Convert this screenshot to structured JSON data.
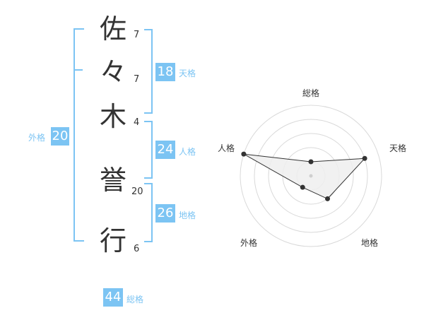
{
  "characters": [
    {
      "char": "佐",
      "strokes": "7"
    },
    {
      "char": "々",
      "strokes": "7"
    },
    {
      "char": "木",
      "strokes": "4"
    },
    {
      "char": "誉",
      "strokes": "20"
    },
    {
      "char": "行",
      "strokes": "6"
    }
  ],
  "fortunes": {
    "tenkaku": {
      "value": "18",
      "label": "天格"
    },
    "jinkaku": {
      "value": "24",
      "label": "人格"
    },
    "chikaku": {
      "value": "26",
      "label": "地格"
    },
    "gaikaku": {
      "value": "20",
      "label": "外格"
    },
    "soukaku": {
      "value": "44",
      "label": "総格"
    }
  },
  "radar": {
    "axes": [
      "総格",
      "天格",
      "地格",
      "外格",
      "人格"
    ],
    "levels": [
      1,
      4,
      2,
      1,
      5
    ],
    "max": 5
  },
  "colors": {
    "accent": "#7cc4f3",
    "text": "#333333",
    "grid": "#d9d9d9",
    "fill": "#eeeeee"
  }
}
